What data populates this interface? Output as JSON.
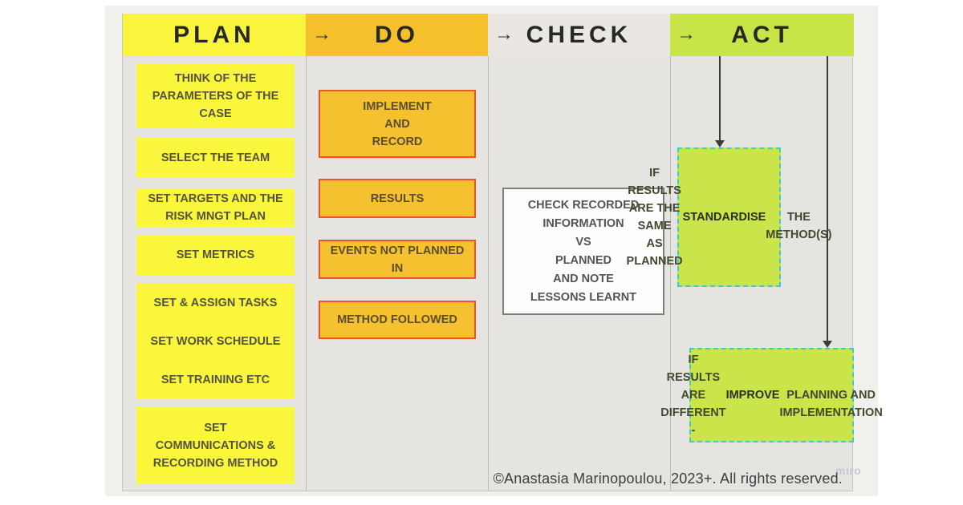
{
  "icons": {
    "flow_arrow": "→"
  },
  "colors": {
    "plan_yellow": "#f9f63b",
    "do_orange": "#f6c12e",
    "do_border": "#f1502b",
    "check_header_gray": "#eae7e3",
    "act_green": "#c9e549",
    "act_dashed_border": "#3ccbd3",
    "table_background": "#e5e4e1"
  },
  "columns": {
    "plan": {
      "label": "PLAN",
      "boxes": [
        {
          "lines": [
            "THINK OF THE",
            "PARAMETERS OF THE",
            "CASE"
          ]
        },
        {
          "lines": [
            "SELECT THE TEAM"
          ]
        },
        {
          "lines": [
            "SET TARGETS AND THE",
            "RISK MNGT PLAN"
          ]
        },
        {
          "lines": [
            "SET METRICS"
          ]
        },
        {
          "lines": [
            "SET & ASSIGN TASKS",
            "SET WORK SCHEDULE",
            "SET TRAINING ETC"
          ]
        },
        {
          "lines": [
            "SET",
            "COMMUNICATIONS &",
            "RECORDING METHOD"
          ]
        }
      ]
    },
    "do": {
      "label": "DO",
      "boxes": [
        {
          "lines": [
            "IMPLEMENT",
            "AND",
            "RECORD"
          ]
        },
        {
          "lines": [
            "RESULTS"
          ]
        },
        {
          "lines": [
            "EVENTS NOT PLANNED",
            "IN"
          ]
        },
        {
          "lines": [
            "METHOD FOLLOWED"
          ]
        }
      ]
    },
    "check": {
      "label": "CHECK",
      "boxes": [
        {
          "lines": [
            "CHECK RECORDED",
            "INFORMATION",
            "VS",
            "PLANNED",
            "AND NOTE",
            "LESSONS LEARNT"
          ]
        }
      ]
    },
    "act": {
      "label": "ACT",
      "boxes": [
        {
          "lines": [
            "IF RESULTS",
            "ARE THE SAME",
            "AS PLANNED",
            "**STANDARDISE**",
            "THE",
            "METHOD(S)"
          ]
        },
        {
          "lines": [
            "IF RESULTS ARE",
            "DIFFERENT - **IMPROVE**",
            "PLANNING AND",
            "IMPLEMENTATION"
          ]
        }
      ]
    }
  },
  "footer": {
    "copyright": "©Anastasia Marinopoulou, 2023+. All rights reserved.",
    "watermark": "miro"
  }
}
